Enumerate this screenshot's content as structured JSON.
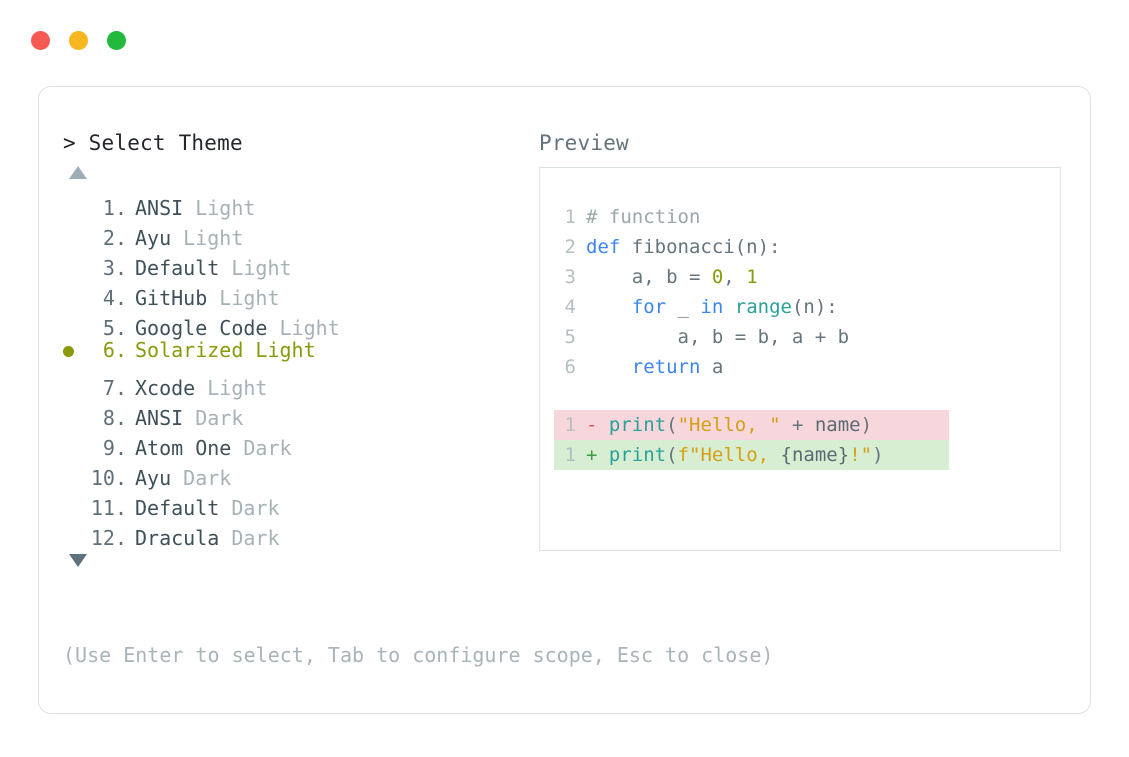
{
  "window": {
    "dots": [
      {
        "name": "close-dot",
        "color": "#f55b52"
      },
      {
        "name": "minimize-dot",
        "color": "#f6b81e"
      },
      {
        "name": "maximize-dot",
        "color": "#22b93c"
      }
    ]
  },
  "prompt": {
    "heading": "> Select Theme",
    "scroll_up_icon": "triangle-up-icon",
    "scroll_down_icon": "triangle-down-icon",
    "selected_index": 6,
    "selected_color": "#8a9a0b",
    "items": [
      {
        "index": "1.",
        "name": "ANSI",
        "variant": "Light"
      },
      {
        "index": "2.",
        "name": "Ayu",
        "variant": "Light"
      },
      {
        "index": "3.",
        "name": "Default",
        "variant": "Light"
      },
      {
        "index": "4.",
        "name": "GitHub",
        "variant": "Light"
      },
      {
        "index": "5.",
        "name": "Google Code",
        "variant": "Light"
      },
      {
        "index": "6.",
        "name": "Solarized",
        "variant": "Light"
      },
      {
        "index": "7.",
        "name": "Xcode",
        "variant": "Light"
      },
      {
        "index": "8.",
        "name": "ANSI",
        "variant": "Dark"
      },
      {
        "index": "9.",
        "name": "Atom One",
        "variant": "Dark"
      },
      {
        "index": "10.",
        "name": "Ayu",
        "variant": "Dark"
      },
      {
        "index": "11.",
        "name": "Default",
        "variant": "Dark"
      },
      {
        "index": "12.",
        "name": "Dracula",
        "variant": "Dark"
      }
    ]
  },
  "preview": {
    "heading": "Preview",
    "code": {
      "line1": {
        "n": "1",
        "comment": "# function"
      },
      "line2": {
        "n": "2",
        "kw": "def",
        "func": " fibonacci",
        "plain": "(n):"
      },
      "line3": {
        "n": "3",
        "plain": "    a, b = ",
        "num1": "0",
        "sep": ", ",
        "num2": "1"
      },
      "line4": {
        "n": "4",
        "pre": "    ",
        "kw_for": "for",
        "mid": " _ ",
        "kw_in": "in",
        "sp": " ",
        "builtin": "range",
        "tail": "(n):"
      },
      "line5": {
        "n": "5",
        "plain": "        a, b = b, a + b"
      },
      "line6": {
        "n": "6",
        "pre": "    ",
        "kw": "return",
        "plain": " a"
      }
    },
    "diff": {
      "removed": {
        "n": "1",
        "sign": "-",
        "func": "print",
        "paren_open": "(",
        "string": "\"Hello, \"",
        "op": " + ",
        "name": "name",
        "paren_close": ")"
      },
      "added": {
        "n": "1",
        "sign": "+",
        "func": "print",
        "paren_open": "(",
        "string_pre": "f\"Hello, ",
        "brace_open": "{",
        "name": "name",
        "brace_close": "}",
        "string_post": "!\"",
        "paren_close": ")"
      }
    }
  },
  "footer": {
    "hint": "(Use Enter to select, Tab to configure scope, Esc to close)"
  }
}
